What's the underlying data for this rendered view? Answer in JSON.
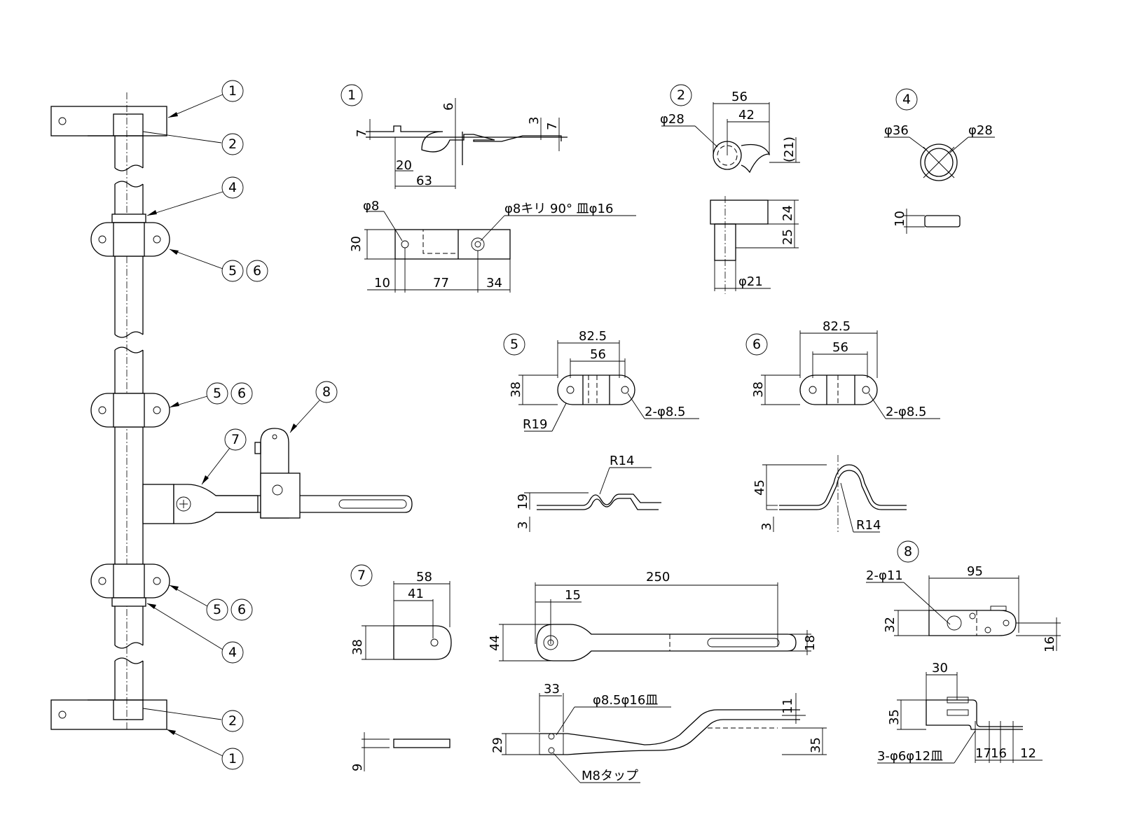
{
  "callouts": {
    "c1": "1",
    "c2": "2",
    "c4": "4",
    "c5": "5",
    "c6": "6",
    "c7": "7",
    "c8": "8"
  },
  "assembly_labels": {
    "top_1": "1",
    "top_2": "2",
    "top_4": "4",
    "mid_56a_5": "5",
    "mid_56a_6": "6",
    "mid_56b_5": "5",
    "mid_56b_6": "6",
    "p7": "7",
    "p8": "8",
    "low_56_5": "5",
    "low_56_6": "6",
    "low_4": "4",
    "bot_2": "2",
    "bot_1": "1"
  },
  "part1": {
    "d6": "6",
    "d7a": "7",
    "d3": "3",
    "d7b": "7",
    "d20": "20",
    "d63": "63",
    "phi8": "φ8",
    "hole_note": "φ8キリ 90° 皿φ16",
    "d30": "30",
    "d10": "10",
    "d77": "77",
    "d34": "34"
  },
  "part2": {
    "d56": "56",
    "phi28": "φ28",
    "d42": "42",
    "d21p": "(21)",
    "d24": "24",
    "d25": "25",
    "phi21": "φ21"
  },
  "part4": {
    "phi36": "φ36",
    "phi28": "φ28",
    "d10": "10"
  },
  "part5": {
    "d825": "82.5",
    "d56": "56",
    "d38": "38",
    "r19": "R19",
    "holes": "2-φ8.5",
    "r14": "R14",
    "d19": "19",
    "d3": "3"
  },
  "part6": {
    "d825": "82.5",
    "d56": "56",
    "d38": "38",
    "holes": "2-φ8.5",
    "d45": "45",
    "d3": "3",
    "r14": "R14"
  },
  "part7": {
    "d58": "58",
    "d41": "41",
    "d38": "38",
    "d9": "9",
    "d250": "250",
    "d15": "15",
    "d44": "44",
    "d18": "18",
    "d33": "33",
    "hole_note": "φ8.5φ16皿",
    "d11": "11",
    "d29": "29",
    "d35": "35",
    "tap": "M8タップ"
  },
  "part8": {
    "holes": "2-φ11",
    "d95": "95",
    "d32": "32",
    "d16": "16",
    "d30": "30",
    "d35": "35",
    "holes2": "3-φ6φ12皿",
    "d17": "17",
    "d16b": "16",
    "d12": "12"
  }
}
